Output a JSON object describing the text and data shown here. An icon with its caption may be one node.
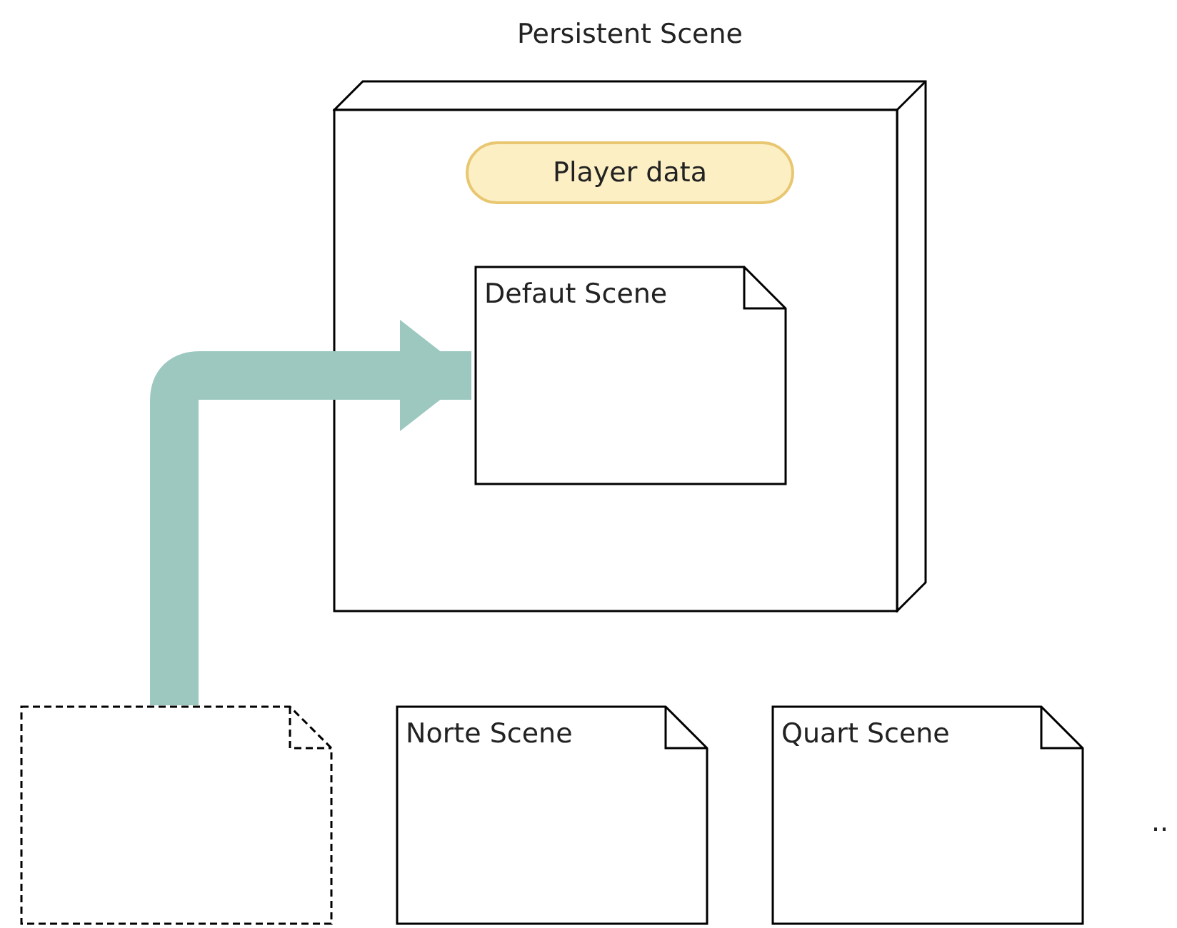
{
  "diagram": {
    "nodes": [
      {
        "text": [
          "Persistent Scene"
        ]
      },
      {
        "text": [
          "Player data"
        ],
        "in": 0
      },
      {
        "text": [
          "Defaut Scene"
        ],
        "in": 0
      },
      {
        "text": [],
        "shape": "box"
      },
      {
        "text": [
          "Norte Scene"
        ]
      },
      {
        "text": [
          "Quart Scene"
        ]
      }
    ],
    "edges": [
      {
        "from": 3,
        "to": 2,
        "arrow": "to",
        "color": "#9cc8c0"
      }
    ],
    "labels": [
      ".."
    ]
  }
}
